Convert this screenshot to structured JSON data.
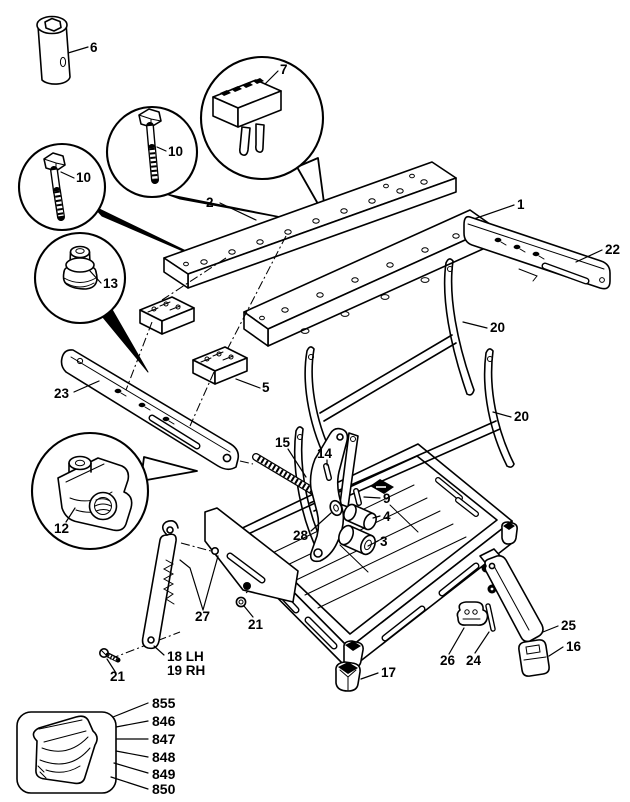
{
  "diagram": {
    "type": "exploded-parts-diagram",
    "subject": "portable folding workbench",
    "colors": {
      "ink": "#000000",
      "paper": "#ffffff"
    },
    "labels": {
      "p1": "1",
      "p2": "2",
      "p3": "3",
      "p4": "4",
      "p5": "5",
      "p6": "6",
      "p7": "7",
      "p9": "9",
      "p10_left": "10",
      "p10_mid": "10",
      "p12": "12",
      "p13": "13",
      "p14": "14",
      "p15": "15",
      "p16": "16",
      "p17": "17",
      "p18": "18 LH",
      "p19": "19 RH",
      "p20_rear": "20",
      "p20_front": "20",
      "p21_left": "21",
      "p21_mid": "21",
      "p22": "22",
      "p23": "23",
      "p24": "24",
      "p25": "25",
      "p26": "26",
      "p27": "27",
      "p28": "28",
      "kit": [
        "855",
        "846",
        "847",
        "848",
        "849",
        "850"
      ]
    }
  }
}
